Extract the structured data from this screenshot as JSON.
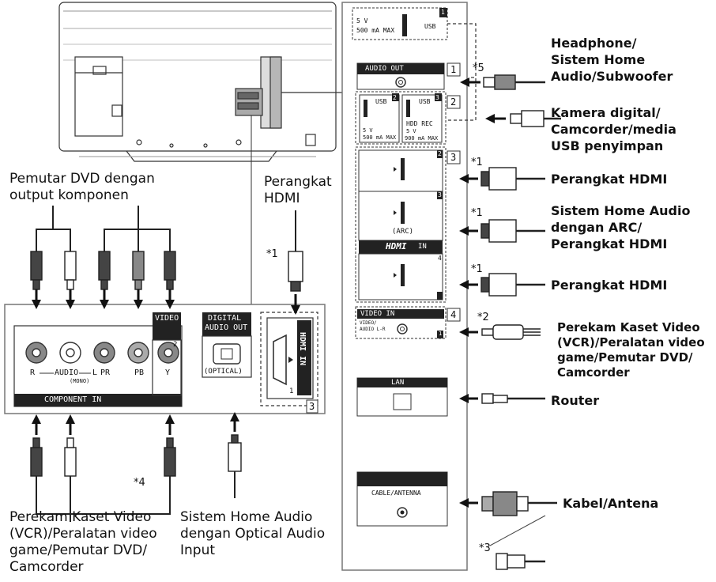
{
  "left_panel": {
    "dvd_label": "Pemutar DVD dengan\noutput komponen",
    "hdmi_device_label": "Perangkat\nHDMI",
    "note_1": "*1",
    "note_4": "*4",
    "vcr_label": "Perekam Kaset Video\n(VCR)/Peralatan video\ngame/Pemutar DVD/\nCamcorder",
    "optical_label": "Sistem Home Audio\ndengan Optical Audio\nInput",
    "video_in": "VIDEO IN",
    "video_in_num": "2",
    "digital_audio_out": "DIGITAL",
    "digital_audio_out_2": "AUDIO OUT",
    "optical_text": "(OPTICAL)",
    "audio_r": "R",
    "audio_text": "AUDIO",
    "audio_l": "L",
    "mono": "(MONO)",
    "pr": "PR",
    "pb": "PB",
    "y": "Y",
    "component_in": "COMPONENT IN",
    "hdmi_in": "HDMI IN",
    "hdmi_port_num": "1",
    "box_number": "3"
  },
  "right_panel": {
    "usb1_line1": "5 V",
    "usb1_line2": "500 mA MAX",
    "usb1_text": "USB",
    "usb1_num": "1",
    "audio_out": "AUDIO OUT",
    "box1": "1",
    "usb2_text": "USB",
    "usb2_num": "2",
    "usb2_line1": "5 V",
    "usb2_line2": "500 mA MAX",
    "usb3_text": "USB",
    "usb3_num": "3",
    "usb3_hdd": "HDD REC",
    "usb3_line1": "5 V",
    "usb3_line2": "900 mA MAX",
    "box2": "2",
    "box3": "3",
    "hdmi2_num": "2",
    "hdmi3_num": "3",
    "arc": "(ARC)",
    "hdmi_in_band": "HDMI",
    "hdmi_in_band_2": "IN",
    "hdmi4_num": "4",
    "box4": "4",
    "video_in": "VIDEO IN",
    "video_in_num": "1",
    "video_audio": "VIDEO/\nAUDIO L-R",
    "lan": "LAN",
    "cable_antenna": "CABLE/ANTENNA"
  },
  "devices": {
    "headphone": "Headphone/\nSistem Home\nAudio/Subwoofer",
    "camera": "Kamera digital/\nCamcorder/media\nUSB penyimpan",
    "hdmi1": "Perangkat HDMI",
    "arc_system": "Sistem Home Audio\ndengan ARC/\nPerangkat HDMI",
    "hdmi2": "Perangkat HDMI",
    "vcr": "Perekam Kaset Video\n(VCR)/Peralatan video\ngame/Pemutar DVD/\nCamcorder",
    "router": "Router",
    "cable": "Kabel/Antena"
  },
  "notes": {
    "n5": "*5",
    "n1a": "*1",
    "n1b": "*1",
    "n1c": "*1",
    "n2": "*2",
    "n3": "*3"
  }
}
